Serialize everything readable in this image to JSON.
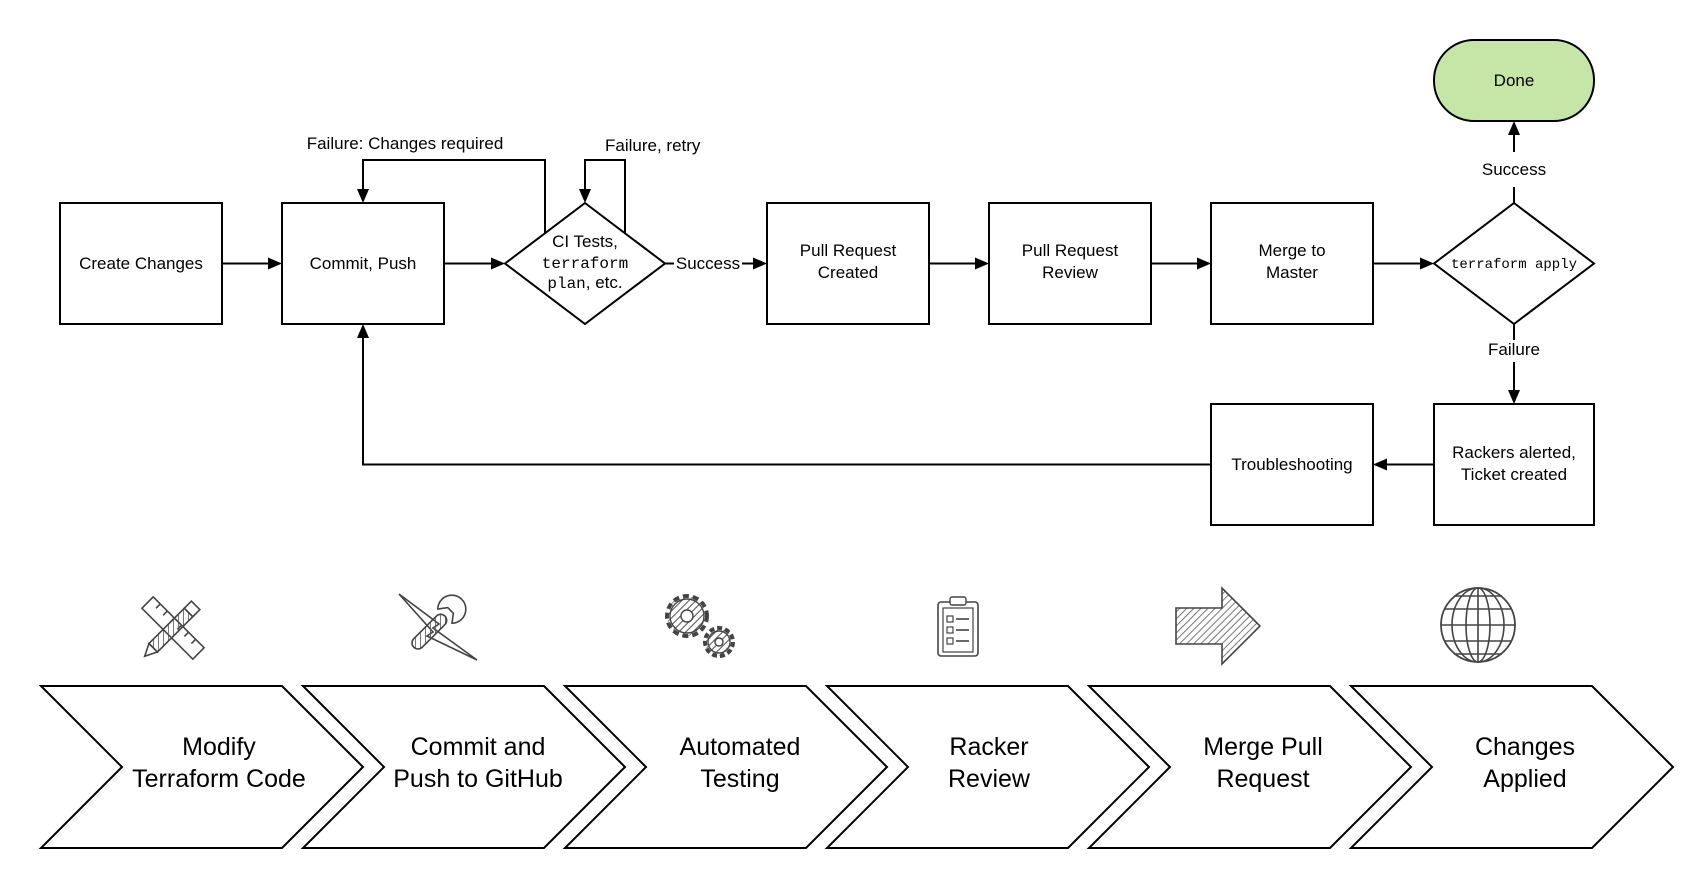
{
  "colors": {
    "done_fill": "#c5e6a6",
    "stroke": "#000000",
    "icon": "#444444"
  },
  "flow": {
    "create_changes": "Create Changes",
    "commit_push": "Commit, Push",
    "ci_line1": "CI Tests,",
    "ci_line2": "terraform",
    "ci_line3_code": "plan",
    "ci_line3_rest": ", etc.",
    "pr_created_1": "Pull Request",
    "pr_created_2": "Created",
    "pr_review_1": "Pull Request",
    "pr_review_2": "Review",
    "merge_1": "Merge to",
    "merge_2": "Master",
    "apply": "terraform apply",
    "done": "Done",
    "alerted_1": "Rackers alerted,",
    "alerted_2": "Ticket created",
    "troubleshooting": "Troubleshooting",
    "label_failure_changes": "Failure: Changes required",
    "label_failure_retry": "Failure, retry",
    "label_success_ci": "Success",
    "label_success_apply": "Success",
    "label_failure_apply": "Failure"
  },
  "stages": [
    {
      "line1": "Modify",
      "line2": "Terraform Code",
      "icon": "pencil-ruler-icon"
    },
    {
      "line1": "Commit and",
      "line2": "Push to GitHub",
      "icon": "wrench-lightning-icon"
    },
    {
      "line1": "Automated",
      "line2": "Testing",
      "icon": "gears-icon"
    },
    {
      "line1": "Racker",
      "line2": "Review",
      "icon": "clipboard-checklist-icon"
    },
    {
      "line1": "Merge Pull",
      "line2": "Request",
      "icon": "arrow-right-icon"
    },
    {
      "line1": "Changes",
      "line2": "Applied",
      "icon": "globe-icon"
    }
  ]
}
